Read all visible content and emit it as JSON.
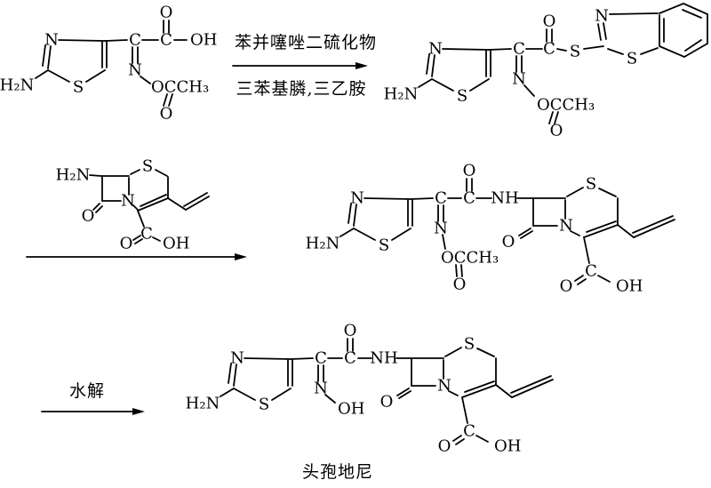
{
  "colors": {
    "ink": "#000000",
    "background": "#ffffff"
  },
  "atoms": {
    "N": "N",
    "S": "S",
    "O": "O",
    "C": "C",
    "OH": "OH",
    "NH": "NH",
    "H2N": "H₂N",
    "OCCH3": "OCCH₃"
  },
  "reactions": {
    "step1": {
      "reagent_above_arrow": "苯并噻唑二硫化物",
      "reagent_below_arrow": "三苯基膦,三乙胺"
    },
    "step3": {
      "condition_above_arrow": "水解"
    }
  },
  "product": {
    "name": "头孢地尼"
  }
}
